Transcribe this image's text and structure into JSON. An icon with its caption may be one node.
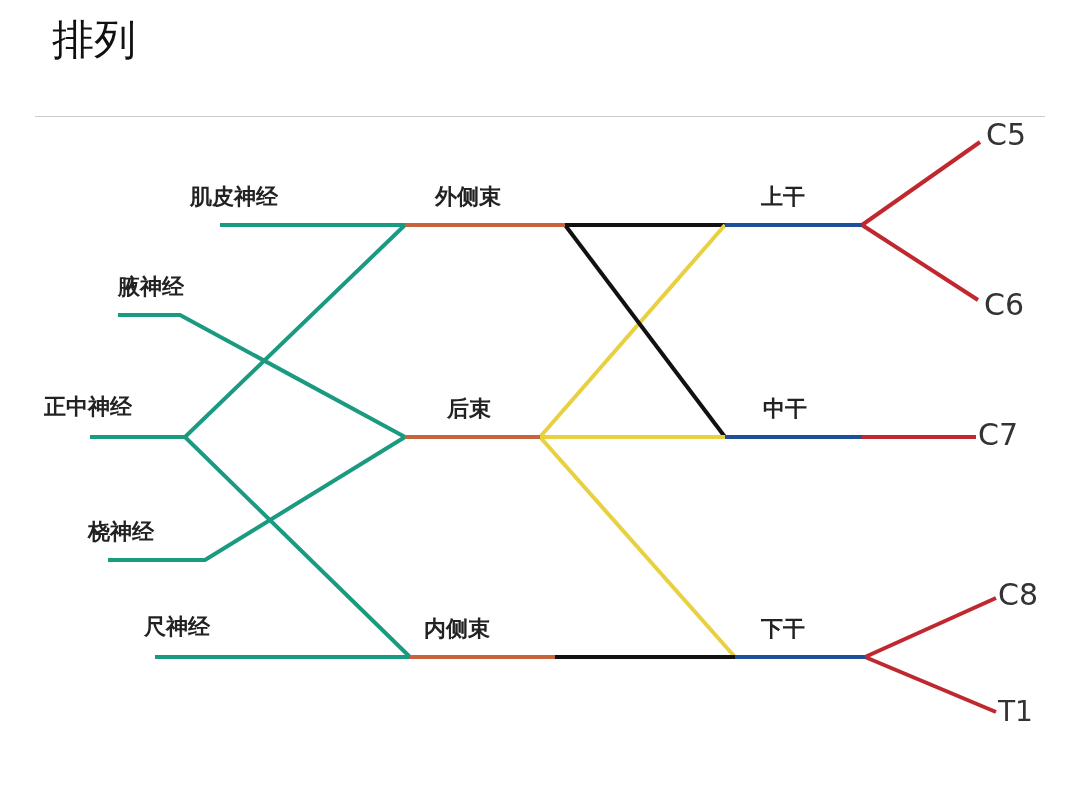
{
  "diagram": {
    "title": "排列",
    "nodes": [
      {
        "text": [
          "C5"
        ]
      },
      {
        "text": [
          "肌皮神经"
        ]
      },
      {
        "text": [
          "外侧束"
        ]
      },
      {
        "text": [
          "上干"
        ]
      },
      {
        "text": [
          "腋神经"
        ]
      },
      {
        "text": [
          "C6"
        ]
      },
      {
        "text": [
          "正中神经"
        ]
      },
      {
        "text": [
          "后束"
        ]
      },
      {
        "text": [
          "中干"
        ]
      },
      {
        "text": [
          "C7"
        ]
      },
      {
        "text": [
          "桡神经"
        ]
      },
      {
        "text": [
          "C8"
        ]
      },
      {
        "text": [
          "尺神经"
        ]
      },
      {
        "text": [
          "内侧束"
        ]
      },
      {
        "text": [
          "下干"
        ]
      },
      {
        "text": [
          "T1"
        ]
      }
    ],
    "edges": [
      {
        "from": 0,
        "to": 3,
        "arrow": "none",
        "color": "#c0282f"
      },
      {
        "from": 5,
        "to": 3,
        "arrow": "none",
        "color": "#c0282f"
      },
      {
        "from": 9,
        "to": 8,
        "arrow": "none",
        "color": "#c0282f"
      },
      {
        "from": 11,
        "to": 14,
        "arrow": "none",
        "color": "#c0282f"
      },
      {
        "from": 15,
        "to": 14,
        "arrow": "none",
        "color": "#c0282f"
      },
      {
        "from": 3,
        "to": 2,
        "arrow": "none",
        "color": "#111111"
      },
      {
        "from": 3,
        "to": 7,
        "arrow": "none",
        "color": "#e8d040"
      },
      {
        "from": 8,
        "to": 2,
        "arrow": "none",
        "color": "#111111"
      },
      {
        "from": 8,
        "to": 7,
        "arrow": "none",
        "color": "#e8d040"
      },
      {
        "from": 14,
        "to": 7,
        "arrow": "none",
        "color": "#e8d040"
      },
      {
        "from": 14,
        "to": 13,
        "arrow": "none",
        "color": "#111111"
      },
      {
        "from": 2,
        "to": 1,
        "arrow": "none"
      },
      {
        "from": 2,
        "to": 6,
        "arrow": "none"
      },
      {
        "from": 7,
        "to": 4,
        "arrow": "none"
      },
      {
        "from": 7,
        "to": 10,
        "arrow": "none"
      },
      {
        "from": 13,
        "to": 6,
        "arrow": "none"
      },
      {
        "from": 13,
        "to": 12,
        "arrow": "none"
      }
    ]
  }
}
